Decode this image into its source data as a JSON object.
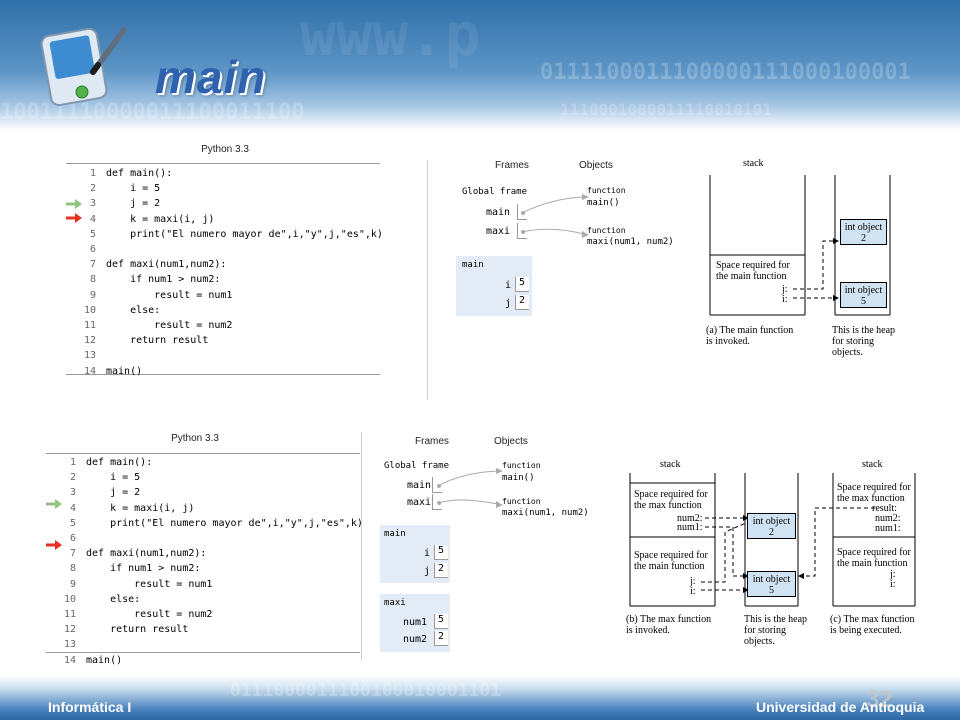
{
  "header": {
    "title": "main"
  },
  "footer": {
    "left": "Informática I",
    "right": "Universidad de Antioquia",
    "page": "32"
  },
  "colors": {
    "accent": "#2f62ae",
    "arrow_current": "#e53222",
    "arrow_previous": "#90c482"
  },
  "panel_top": {
    "python_label": "Python 3.3",
    "code": [
      {
        "n": "1",
        "t": "def main():"
      },
      {
        "n": "2",
        "t": "    i = 5"
      },
      {
        "n": "3",
        "t": "    j = 2"
      },
      {
        "n": "4",
        "t": "    k = maxi(i, j)"
      },
      {
        "n": "5",
        "t": "    print(\"El numero mayor de\",i,\"y\",j,\"es\",k)"
      },
      {
        "n": "6",
        "t": ""
      },
      {
        "n": "7",
        "t": "def maxi(num1,num2):"
      },
      {
        "n": "8",
        "t": "    if num1 > num2:"
      },
      {
        "n": "9",
        "t": "        result = num1"
      },
      {
        "n": "10",
        "t": "    else:"
      },
      {
        "n": "11",
        "t": "        result = num2"
      },
      {
        "n": "12",
        "t": "    return result"
      },
      {
        "n": "13",
        "t": ""
      },
      {
        "n": "14",
        "t": "main()"
      }
    ],
    "frames_label": "Frames",
    "objects_label": "Objects",
    "global_frame": "Global frame",
    "globals": [
      "main",
      "maxi"
    ],
    "func_word": "function",
    "func_objs": [
      "main()",
      "maxi(num1, num2)"
    ],
    "main_frame": {
      "name": "main",
      "vars": [
        {
          "k": "i",
          "v": "5"
        },
        {
          "k": "j",
          "v": "2"
        }
      ]
    },
    "stack": {
      "title": "stack",
      "space": "Space required for\nthe main function",
      "j": "j:",
      "i": "i:",
      "obj1": "int object\n2",
      "obj2": "int object\n5",
      "cap_a": "(a) The main function\nis invoked.",
      "cap_heap": "This is the heap\nfor storing\nobjects."
    }
  },
  "panel_bottom": {
    "python_label": "Python 3.3",
    "code": [
      {
        "n": "1",
        "t": "def main():"
      },
      {
        "n": "2",
        "t": "    i = 5"
      },
      {
        "n": "3",
        "t": "    j = 2"
      },
      {
        "n": "4",
        "t": "    k = maxi(i, j)"
      },
      {
        "n": "5",
        "t": "    print(\"El numero mayor de\",i,\"y\",j,\"es\",k)"
      },
      {
        "n": "6",
        "t": ""
      },
      {
        "n": "7",
        "t": "def maxi(num1,num2):"
      },
      {
        "n": "8",
        "t": "    if num1 > num2:"
      },
      {
        "n": "9",
        "t": "        result = num1"
      },
      {
        "n": "10",
        "t": "    else:"
      },
      {
        "n": "11",
        "t": "        result = num2"
      },
      {
        "n": "12",
        "t": "    return result"
      },
      {
        "n": "13",
        "t": ""
      },
      {
        "n": "14",
        "t": "main()"
      }
    ],
    "frames_label": "Frames",
    "objects_label": "Objects",
    "global_frame": "Global frame",
    "globals": [
      "main",
      "maxi"
    ],
    "func_word": "function",
    "func_objs": [
      "main()",
      "maxi(num1, num2)"
    ],
    "main_frame": {
      "name": "main",
      "vars": [
        {
          "k": "i",
          "v": "5"
        },
        {
          "k": "j",
          "v": "2"
        }
      ]
    },
    "maxi_frame": {
      "name": "maxi",
      "vars": [
        {
          "k": "num1",
          "v": "5"
        },
        {
          "k": "num2",
          "v": "2"
        }
      ]
    },
    "stack": {
      "title": "stack",
      "space_max": "Space required for\nthe max function",
      "num2": "num2:",
      "num1": "num1:",
      "space_main": "Space required for\nthe main function",
      "j": "j:",
      "i": "i:",
      "obj1": "int object\n2",
      "obj2": "int object\n5",
      "cap_b": "(b) The max function\nis invoked.",
      "cap_heap": "This is the heap\nfor storing\nobjects.",
      "title2": "stack",
      "result": "result:",
      "cap_c": "(c) The max function\nis being executed."
    }
  }
}
